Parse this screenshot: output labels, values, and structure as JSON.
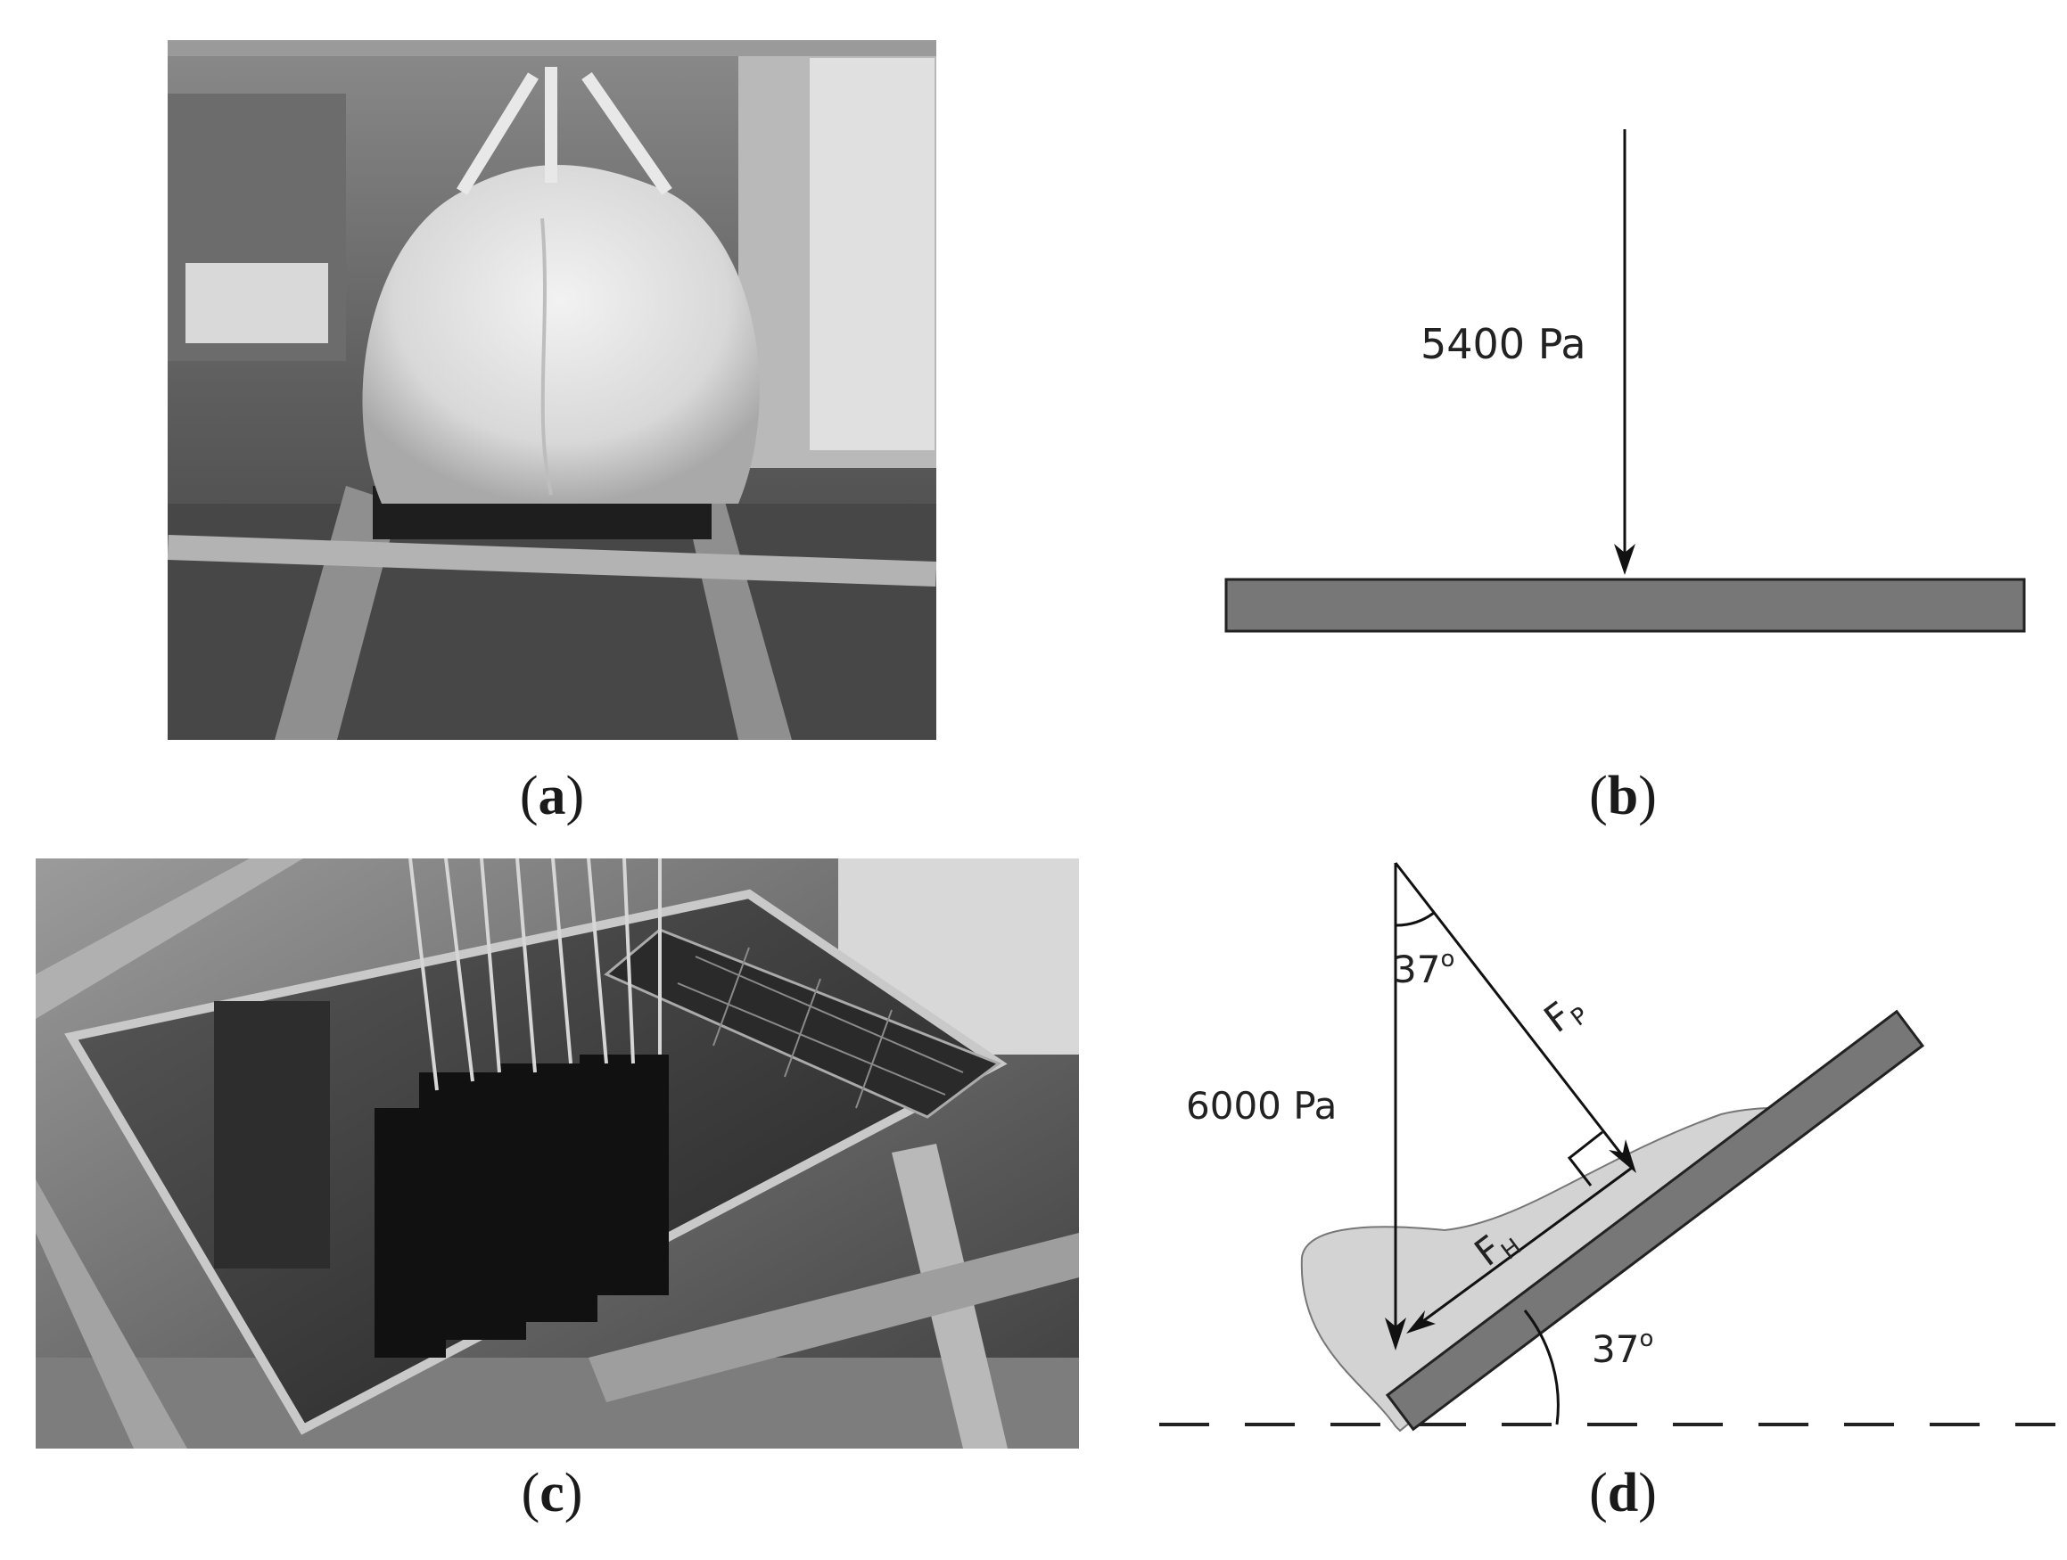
{
  "figure": {
    "panel_a": {
      "letter": "a",
      "content": "photo: bulk bag load on module in test rig"
    },
    "panel_b": {
      "letter": "b",
      "load_label": "5400 Pa"
    },
    "panel_c": {
      "letter": "c",
      "content": "photo: tilted solar module with suspended weights"
    },
    "panel_d": {
      "letter": "d",
      "load_label": "6000 Pa",
      "angle_top": "37",
      "angle_bottom": "37",
      "degree_mark": "o",
      "force_parallel": "F",
      "force_parallel_sub": "P",
      "force_horizontal": "F",
      "force_horizontal_sub": "H"
    }
  }
}
